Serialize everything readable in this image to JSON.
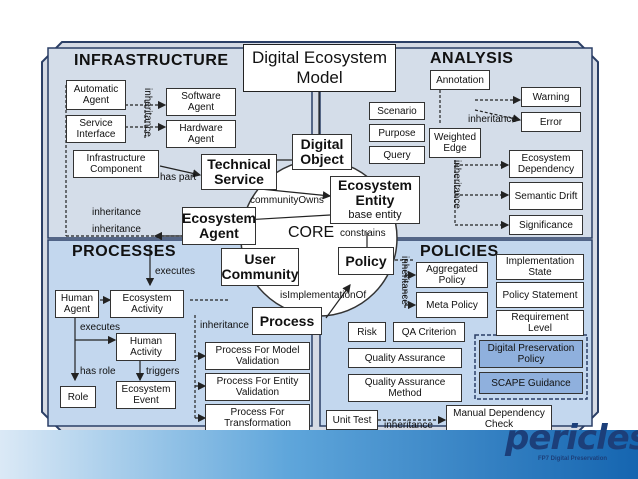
{
  "title": "Digital Ecosystem\nModel",
  "sections": {
    "infrastructure": "INFRASTRUCTURE",
    "analysis": "ANALYSIS",
    "processes": "PROCESSES",
    "policies": "POLICIES"
  },
  "nodes": {
    "automatic_agent": "Automatic Agent",
    "service_interface": "Service Interface",
    "infrastructure_component": "Infrastructure Component",
    "software_agent": "Software Agent",
    "hardware_agent": "Hardware Agent",
    "technical_service": "Technical Service",
    "digital_object": "Digital Object",
    "ecosystem_agent": "Ecosystem Agent",
    "annotation": "Annotation",
    "scenario": "Scenario",
    "purpose": "Purpose",
    "query": "Query",
    "weighted_edge": "Weighted Edge",
    "warning": "Warning",
    "error": "Error",
    "ecosystem_dependency": "Ecosystem Dependency",
    "semantic_drift": "Semantic Drift",
    "significance": "Significance",
    "ecosystem_entity": "Ecosystem\nEntity",
    "ecosystem_entity_sub": "base entity",
    "user_community": "User Community",
    "policy": "Policy",
    "process": "Process",
    "human_agent": "Human Agent",
    "ecosystem_activity": "Ecosystem Activity",
    "human_activity": "Human Activity",
    "role": "Role",
    "ecosystem_event": "Ecosystem Event",
    "process_model_validation": "Process For Model Validation",
    "process_entity_validation": "Process For Entity Validation",
    "process_transformation": "Process For Transformation",
    "aggregated_policy": "Aggregated Policy",
    "meta_policy": "Meta Policy",
    "implementation_state": "Implementation State",
    "policy_statement": "Policy Statement",
    "requirement_level": "Requirement Level",
    "risk": "Risk",
    "qa_criterion": "QA Criterion",
    "quality_assurance": "Quality Assurance",
    "quality_assurance_method": "Quality Assurance Method",
    "digital_preservation_policy": "Digital Preservation Policy",
    "scape_guidance": "SCAPE Guidance",
    "unit_test": "Unit Test",
    "manual_dependency_check": "Manual Dependency Check"
  },
  "labels": {
    "inheritance": "inheritance",
    "has_part": "has part",
    "community_owns": "communityOwns",
    "core": "CORE",
    "constrains": "constrains",
    "is_implementation_of": "isImplementationOf",
    "executes": "executes",
    "has_role": "has role",
    "triggers": "triggers"
  },
  "logo": {
    "text": "pericles",
    "tagline": "FP7 Digital Preservation"
  }
}
